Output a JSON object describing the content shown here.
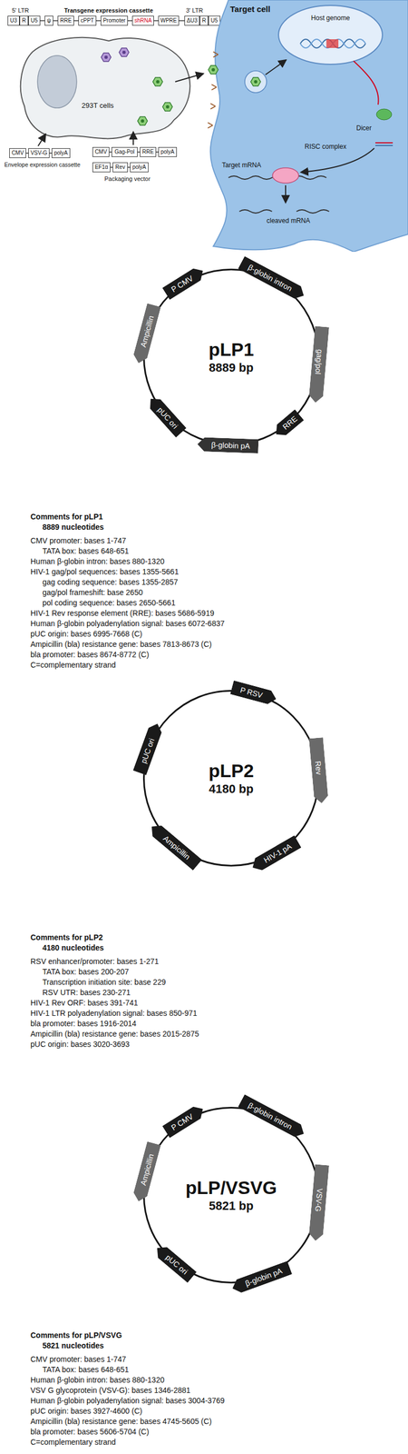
{
  "diagram": {
    "nodes": [
      {
        "text": [
          "U3"
        ]
      },
      {
        "text": [
          "R"
        ]
      },
      {
        "text": [
          "U5"
        ]
      },
      {
        "text": [
          "ψ"
        ]
      },
      {
        "text": [
          "RRE"
        ]
      },
      {
        "text": [
          "cPPT"
        ]
      },
      {
        "text": [
          "Promoter"
        ]
      },
      {
        "text": [
          "shRNA"
        ]
      },
      {
        "text": [
          "WPRE"
        ]
      },
      {
        "text": [
          "ΔU3"
        ]
      },
      {
        "text": [
          "R"
        ]
      },
      {
        "text": [
          "U5"
        ]
      },
      {
        "text": [
          "293T cells"
        ]
      },
      {
        "text": [
          "Target cell"
        ]
      },
      {
        "text": [
          "Host genome"
        ],
        "in": 13
      },
      {
        "text": [
          "CMV"
        ]
      },
      {
        "text": [
          "VSV-G"
        ]
      },
      {
        "text": [
          "polyA"
        ]
      },
      {
        "text": [
          "CMV"
        ]
      },
      {
        "text": [
          "Gag-Pol"
        ]
      },
      {
        "text": [
          "RRE"
        ]
      },
      {
        "text": [
          "polyA"
        ]
      },
      {
        "text": [
          "EF1α"
        ]
      },
      {
        "text": [
          "Rev"
        ]
      },
      {
        "text": [
          "polyA"
        ]
      },
      {
        "text": [
          "pLP1",
          "8889 bp"
        ]
      },
      {
        "text": [
          "P CMV"
        ]
      },
      {
        "text": [
          "β-globin intron"
        ]
      },
      {
        "text": [
          "gag/pol"
        ]
      },
      {
        "text": [
          "RRE"
        ]
      },
      {
        "text": [
          "β-globin pA"
        ]
      },
      {
        "text": [
          "pUC ori"
        ]
      },
      {
        "text": [
          "Ampicillin"
        ]
      },
      {
        "text": [
          "pLP2",
          "4180 bp"
        ]
      },
      {
        "text": [
          "P RSV"
        ]
      },
      {
        "text": [
          "Rev"
        ]
      },
      {
        "text": [
          "HIV-1 pA"
        ]
      },
      {
        "text": [
          "Ampicillin"
        ]
      },
      {
        "text": [
          "pUC ori"
        ]
      },
      {
        "text": [
          "pLP/VSVG",
          "5821 bp"
        ]
      },
      {
        "text": [
          "P CMV"
        ]
      },
      {
        "text": [
          "β-globin intron"
        ]
      },
      {
        "text": [
          "VSV-G"
        ]
      },
      {
        "text": [
          "β-globin pA"
        ]
      },
      {
        "text": [
          "pUC ori"
        ]
      },
      {
        "text": [
          "Ampicillin"
        ]
      }
    ],
    "labels": [
      "Transgene expression cassette",
      "5' LTR",
      "3' LTR",
      "Envelope expression cassette",
      "Packaging vector",
      "Dicer",
      "RISC complex",
      "Target mRNA",
      "cleaved mRNA",
      "Comments for pLP1",
      "8889 nucleotides",
      "CMV promoter: bases 1-747",
      "TATA box: bases 648-651",
      "Human β-globin intron: bases 880-1320",
      "HIV-1 gag/pol sequences: bases 1355-5661",
      "gag coding sequence: bases 1355-2857",
      "gag/pol frameshift: base 2650",
      "pol coding sequence: bases 2650-5661",
      "HIV-1 Rev response element (RRE): bases 5686-5919",
      "Human β-globin polyadenylation signal: bases 6072-6837",
      "pUC origin: bases 6995-7668 (C)",
      "Ampicillin (bla) resistance gene: bases 7813-8673 (C)",
      "bla promoter: bases 8674-8772 (C)",
      "C=complementary strand",
      "Comments for pLP2",
      "4180 nucleotides",
      "RSV enhancer/promoter: bases 1-271",
      "TATA box: bases 200-207",
      "Transcription initiation site: base 229",
      "RSV UTR: bases 230-271",
      "HIV-1 Rev ORF: bases 391-741",
      "HIV-1 LTR polyadenylation signal: bases 850-971",
      "bla promoter: bases 1916-2014",
      "Ampicillin (bla) resistance gene: bases 2015-2875",
      "pUC origin: bases 3020-3693",
      "Comments for pLP/VSVG",
      "5821 nucleotides",
      "CMV promoter: bases 1-747",
      "TATA box: bases 648-651",
      "Human β-globin intron: bases 880-1320",
      "VSV G glycoprotein (VSV-G): bases 1346-2881",
      "Human β-globin polyadenylation signal: bases 3004-3769",
      "pUC origin: bases 3927-4600 (C)",
      "Ampicillin (bla) resistance gene: bases 4745-5605 (C)",
      "bla promoter: bases 5606-5704 (C)",
      "C=complementary strand"
    ]
  }
}
